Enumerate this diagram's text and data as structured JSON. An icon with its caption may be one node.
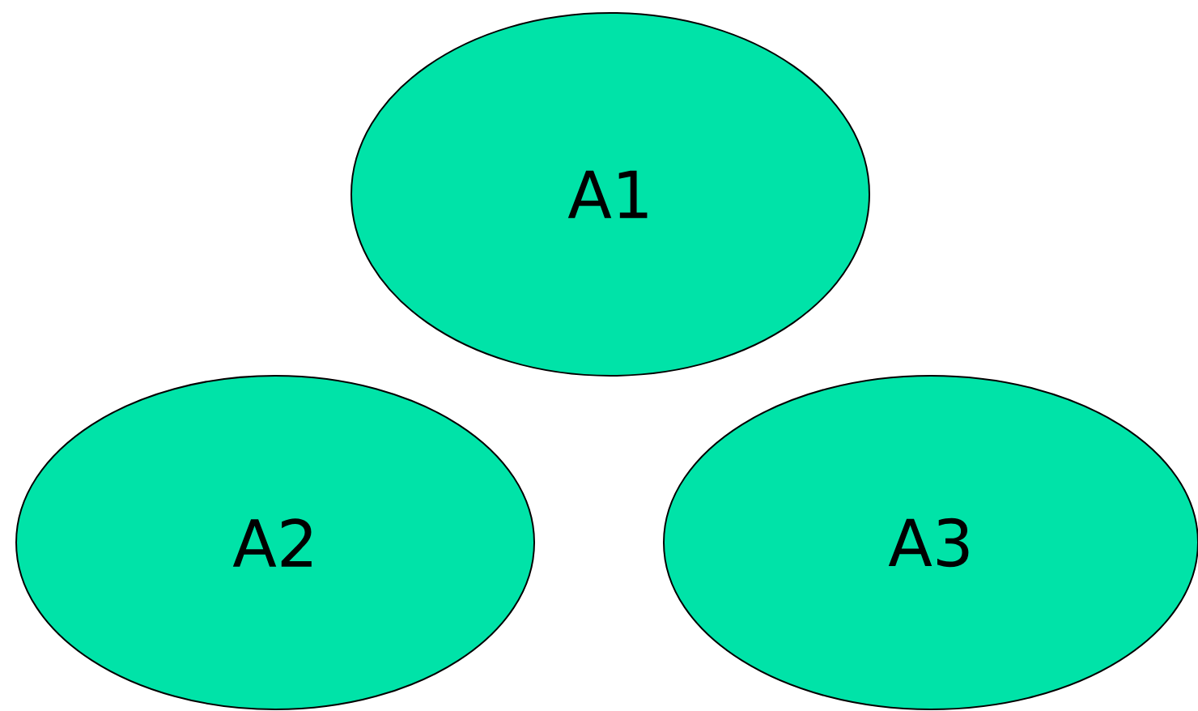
{
  "diagram": {
    "nodes": [
      {
        "text": [
          "A1"
        ]
      },
      {
        "text": [
          "A2"
        ]
      },
      {
        "text": [
          "A3"
        ]
      }
    ]
  }
}
